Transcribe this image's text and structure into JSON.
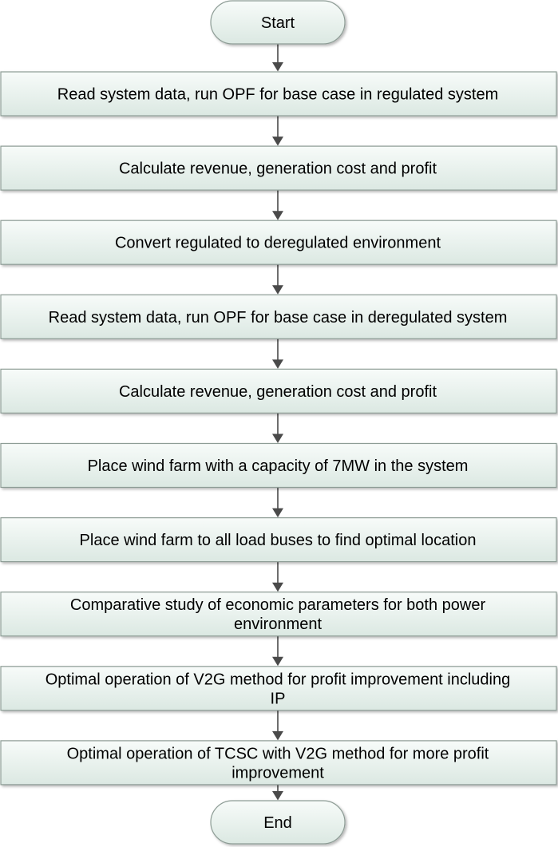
{
  "colors": {
    "box_fill_top": "#f7fbf9",
    "box_fill_bottom": "#dbe8e2",
    "box_stroke": "#8d9c95",
    "arrow": "#4a4a4a"
  },
  "start": {
    "label": "Start"
  },
  "end": {
    "label": "End"
  },
  "steps": [
    {
      "lines": [
        "Read system data, run OPF for base case in regulated system"
      ]
    },
    {
      "lines": [
        "Calculate revenue, generation cost and profit"
      ]
    },
    {
      "lines": [
        "Convert regulated to deregulated environment"
      ]
    },
    {
      "lines": [
        "Read system data, run OPF for base case in deregulated system"
      ]
    },
    {
      "lines": [
        "Calculate revenue, generation cost and profit"
      ]
    },
    {
      "lines": [
        "Place wind farm with a capacity of 7MW in the system"
      ]
    },
    {
      "lines": [
        "Place wind farm to all load buses to find optimal location"
      ]
    },
    {
      "lines": [
        "Comparative study of economic parameters for both power",
        "environment"
      ]
    },
    {
      "lines": [
        "Optimal operation of V2G method for profit improvement including",
        "IP"
      ]
    },
    {
      "lines": [
        "Optimal operation of TCSC with V2G method for more profit",
        "improvement"
      ]
    }
  ]
}
